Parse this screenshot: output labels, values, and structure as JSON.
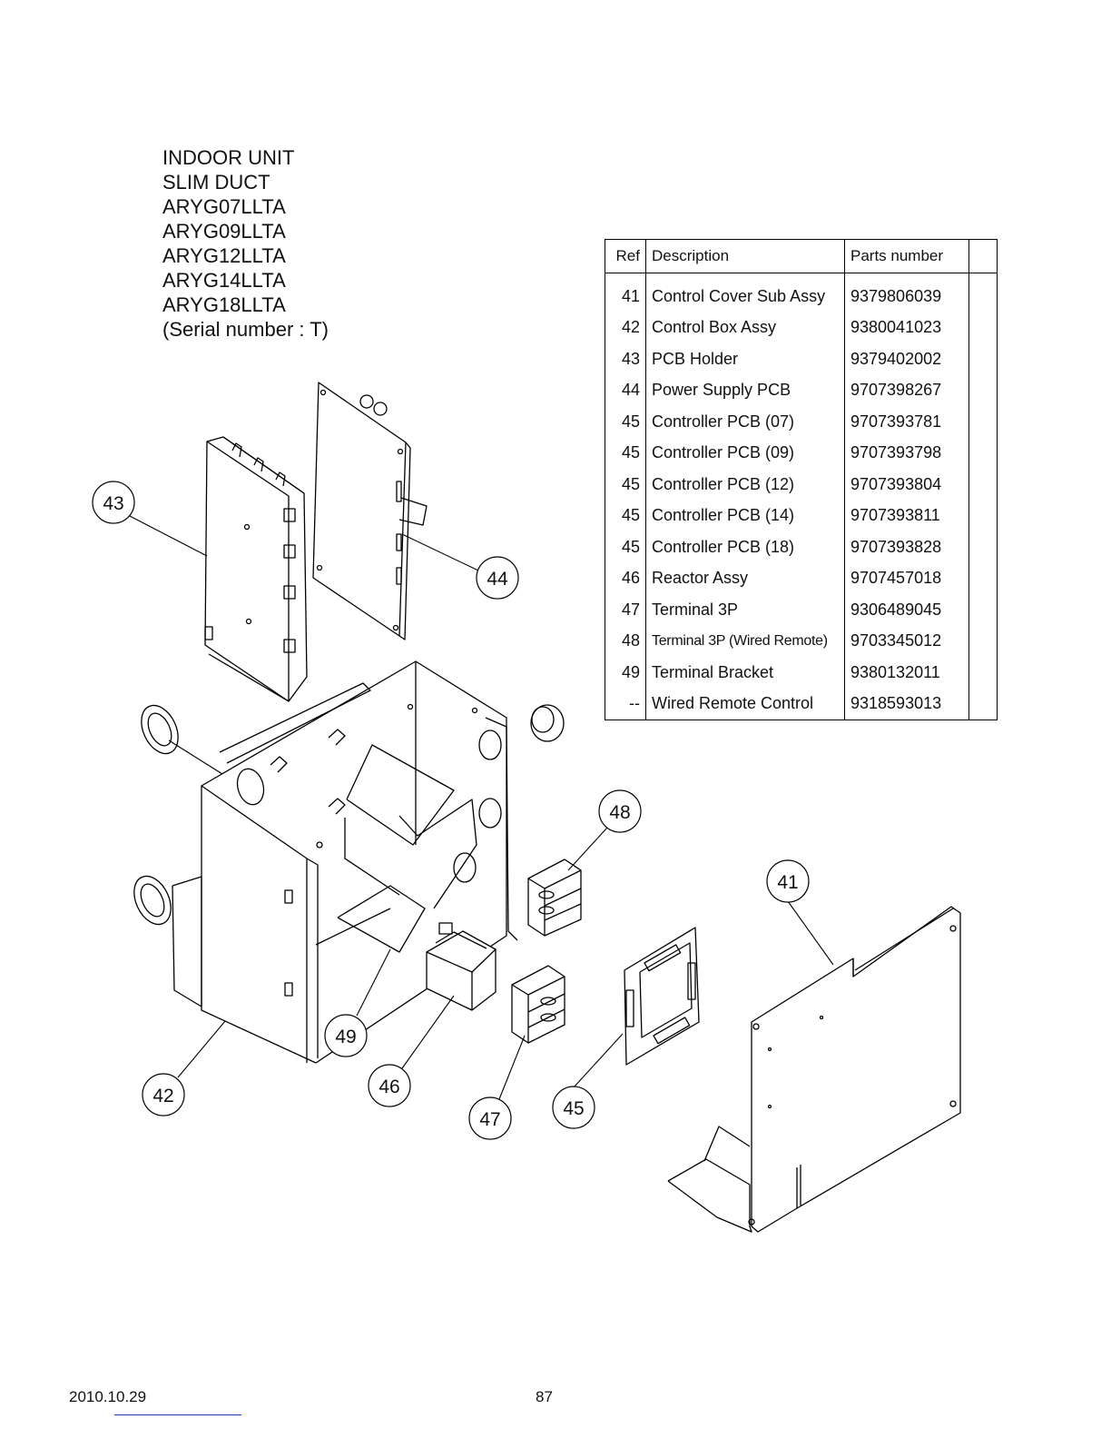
{
  "title": {
    "lines": [
      "INDOOR UNIT",
      "SLIM DUCT",
      "ARYG07LLTA",
      "ARYG09LLTA",
      "ARYG12LLTA",
      "ARYG14LLTA",
      "ARYG18LLTA",
      "(Serial number : T)"
    ]
  },
  "table": {
    "headers": {
      "ref": "Ref",
      "description": "Description",
      "parts_number": "Parts number"
    },
    "rows": [
      {
        "ref": "41",
        "description": "Control Cover Sub Assy",
        "parts_number": "9379806039"
      },
      {
        "ref": "42",
        "description": "Control Box Assy",
        "parts_number": "9380041023"
      },
      {
        "ref": "43",
        "description": "PCB Holder",
        "parts_number": "9379402002"
      },
      {
        "ref": "44",
        "description": "Power Supply PCB",
        "parts_number": "9707398267"
      },
      {
        "ref": "45",
        "description": "Controller PCB (07)",
        "parts_number": "9707393781"
      },
      {
        "ref": "45",
        "description": "Controller PCB (09)",
        "parts_number": "9707393798"
      },
      {
        "ref": "45",
        "description": "Controller PCB (12)",
        "parts_number": "9707393804"
      },
      {
        "ref": "45",
        "description": "Controller PCB (14)",
        "parts_number": "9707393811"
      },
      {
        "ref": "45",
        "description": "Controller PCB (18)",
        "parts_number": "9707393828"
      },
      {
        "ref": "46",
        "description": "Reactor Assy",
        "parts_number": "9707457018"
      },
      {
        "ref": "47",
        "description": "Terminal 3P",
        "parts_number": "9306489045"
      },
      {
        "ref": "48",
        "description": "Terminal 3P (Wired Remote)",
        "parts_number": "9703345012"
      },
      {
        "ref": "49",
        "description": "Terminal Bracket",
        "parts_number": "9380132011"
      },
      {
        "ref": "--",
        "description": "Wired Remote Control",
        "parts_number": "9318593013"
      }
    ]
  },
  "callouts": {
    "c41": "41",
    "c42": "42",
    "c43": "43",
    "c44": "44",
    "c45": "45",
    "c46": "46",
    "c47": "47",
    "c48": "48",
    "c49": "49"
  },
  "footer": {
    "date": "2010.10.29",
    "page": "87"
  }
}
